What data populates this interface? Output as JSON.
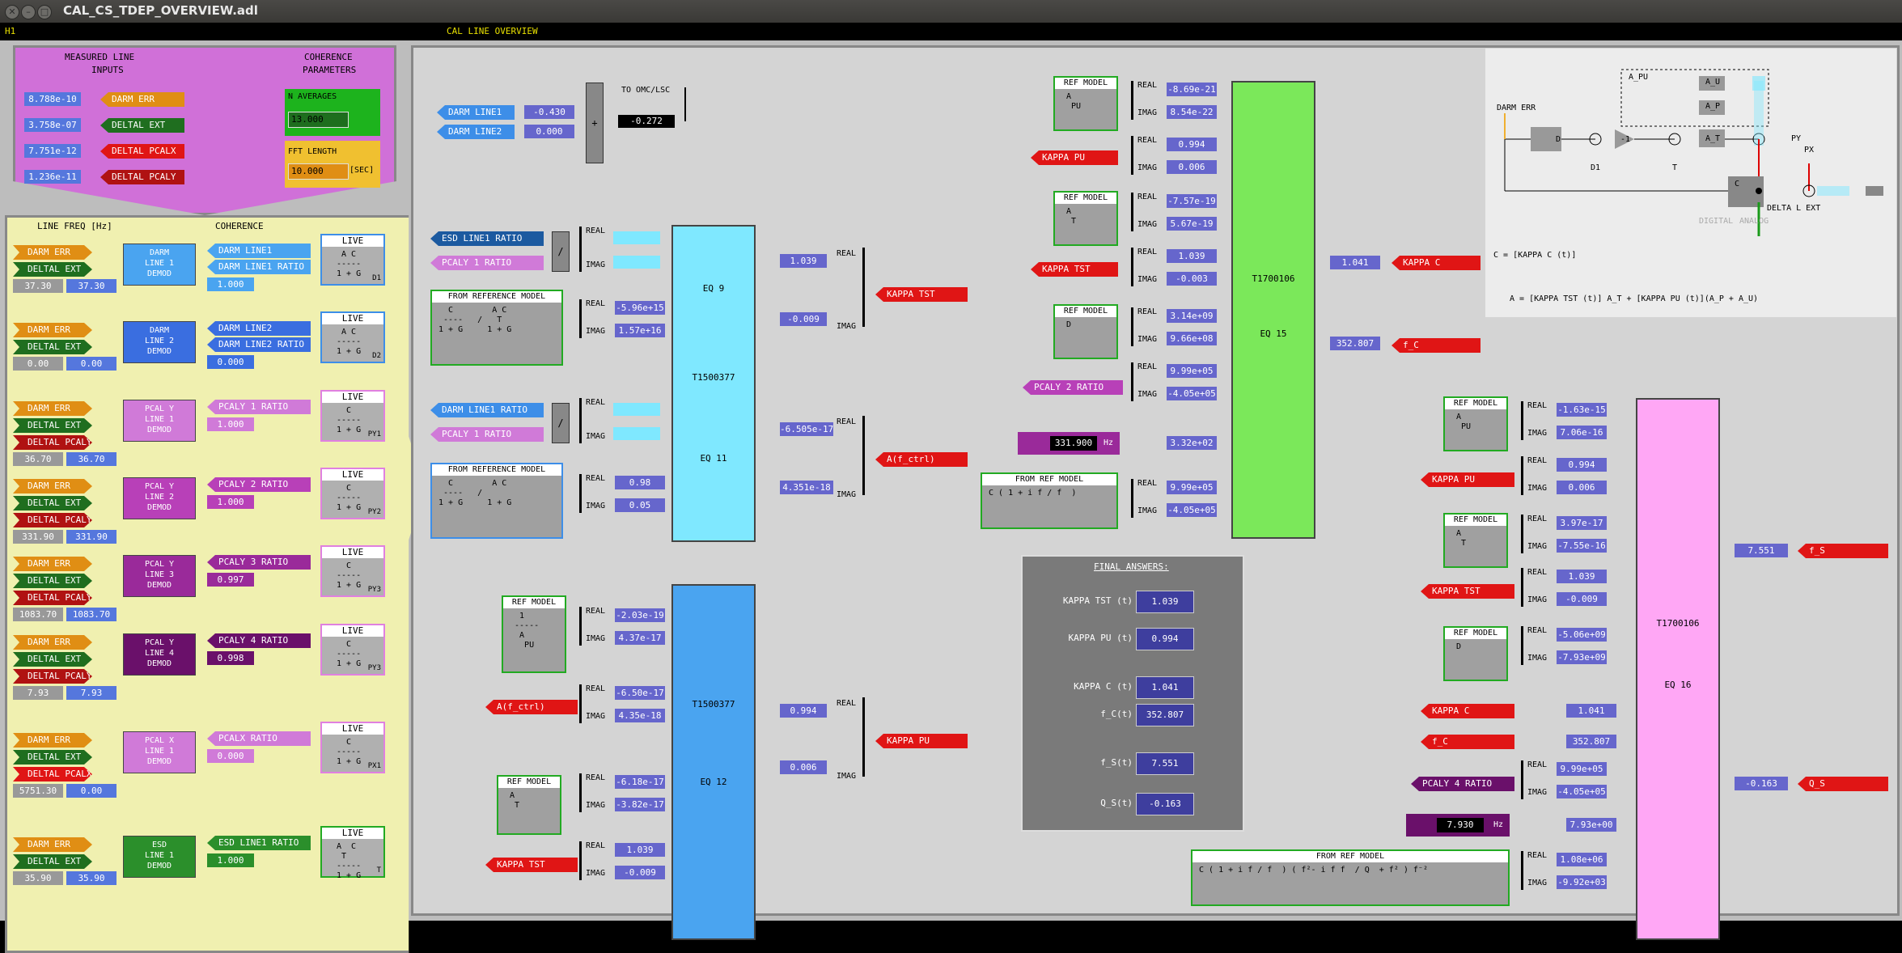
{
  "window": {
    "title": "CAL_CS_TDEP_OVERVIEW.adl"
  },
  "menu": {
    "item": "H1",
    "center": "CAL LINE OVERVIEW"
  },
  "measured": {
    "title1": "MEASURED LINE",
    "title2": "INPUTS",
    "coh1": "COHERENCE",
    "coh2": "PARAMETERS",
    "rows": [
      {
        "v": "8.788e-10",
        "t": "DARM ERR"
      },
      {
        "v": "3.758e-07",
        "t": "DELTAL EXT"
      },
      {
        "v": "7.751e-12",
        "t": "DELTAL PCALX"
      },
      {
        "v": "1.236e-11",
        "t": "DELTAL PCALY"
      }
    ],
    "navg_label": "N AVERAGES",
    "navg": "13.000",
    "fft_label": "FFT LENGTH",
    "fft": "10.000",
    "fft_unit": "[SEC]"
  },
  "left": {
    "hdr_freq": "LINE FREQ [Hz]",
    "hdr_coh": "COHERENCE"
  },
  "demods": [
    {
      "name": "DARM LINE 1 DEMOD",
      "in": [
        "DARM ERR",
        "DELTAL EXT"
      ],
      "f1": "37.30",
      "f2": "37.30",
      "outs": [
        "DARM LINE1",
        "DARM LINE1 RATIO"
      ],
      "coh": "1.000",
      "live": "LIVE",
      "lf": " A C\n-----\n1 + G",
      "sub": "D1"
    },
    {
      "name": "DARM LINE 2 DEMOD",
      "in": [
        "DARM ERR",
        "DELTAL EXT"
      ],
      "f1": "0.00",
      "f2": "0.00",
      "outs": [
        "DARM LINE2",
        "DARM LINE2 RATIO"
      ],
      "coh": "0.000",
      "live": "LIVE",
      "lf": " A C\n-----\n1 + G",
      "sub": "D2"
    },
    {
      "name": "PCAL Y LINE 1 DEMOD",
      "in": [
        "DARM ERR",
        "DELTAL EXT",
        "DELTAL PCALY"
      ],
      "f1": "36.70",
      "f2": "36.70",
      "outs": [
        "PCALY 1 RATIO"
      ],
      "coh": "1.000",
      "live": "LIVE",
      "lf": "  C\n-----\n1 + G",
      "sub": "PY1"
    },
    {
      "name": "PCAL Y LINE 2 DEMOD",
      "in": [
        "DARM ERR",
        "DELTAL EXT",
        "DELTAL PCALY"
      ],
      "f1": "331.90",
      "f2": "331.90",
      "outs": [
        "PCALY 2 RATIO"
      ],
      "coh": "1.000",
      "live": "LIVE",
      "lf": "  C\n-----\n1 + G",
      "sub": "PY2"
    },
    {
      "name": "PCAL Y LINE 3 DEMOD",
      "in": [
        "DARM ERR",
        "DELTAL EXT",
        "DELTAL PCALY"
      ],
      "f1": "1083.70",
      "f2": "1083.70",
      "outs": [
        "PCALY 3 RATIO"
      ],
      "coh": "0.997",
      "live": "LIVE",
      "lf": "  C\n-----\n1 + G",
      "sub": "PY3"
    },
    {
      "name": "PCAL Y LINE 4 DEMOD",
      "in": [
        "DARM ERR",
        "DELTAL EXT",
        "DELTAL PCALY"
      ],
      "f1": "7.93",
      "f2": "7.93",
      "outs": [
        "PCALY 4 RATIO"
      ],
      "coh": "0.998",
      "live": "LIVE",
      "lf": "  C\n-----\n1 + G",
      "sub": "PY3"
    },
    {
      "name": "PCAL X LINE 1 DEMOD",
      "in": [
        "DARM ERR",
        "DELTAL EXT",
        "DELTAL PCALX"
      ],
      "f1": "5751.30",
      "f2": "0.00",
      "outs": [
        "PCALX RATIO"
      ],
      "coh": "0.000",
      "live": "LIVE",
      "lf": "  C\n-----\n1 + G",
      "sub": "PX1"
    },
    {
      "name": "ESD LINE 1 DEMOD",
      "in": [
        "DARM ERR",
        "DELTAL EXT"
      ],
      "f1": "35.90",
      "f2": "35.90",
      "outs": [
        "ESD LINE1 RATIO"
      ],
      "coh": "1.000",
      "live": "LIVE",
      "lf": "A  C\n T\n-----\n1 + G",
      "sub": "T"
    }
  ],
  "sum": {
    "in1": "DARM LINE1",
    "in2": "DARM LINE2",
    "v1": "-0.430",
    "v2": "0.000",
    "op": "+",
    "to": "TO OMC/LSC",
    "out": "-0.272"
  },
  "eq9": {
    "title": "EQ 9",
    "code": "T1500377",
    "title2": "EQ 11",
    "ratio1a": "ESD LINE1 RATIO",
    "ratio1b": "PCALY 1 RATIO",
    "ratio2a": "DARM LINE1 RATIO",
    "ratio2b": "PCALY 1 RATIO",
    "div": "/",
    "frm": "FROM REFERENCE MODEL",
    "frm_r": "-5.96e+15",
    "frm_i": "1.57e+16",
    "frm2_r": "0.98",
    "frm2_i": "0.05",
    "o1": "1.039",
    "o2": "-0.009",
    "o3": "-6.505e-17",
    "o4": "4.351e-18",
    "kt": "KAPPA TST",
    "af": "A(f_ctrl)"
  },
  "eq12": {
    "code": "T1500377",
    "title": "EQ 12",
    "r1": "-2.03e-19",
    "i1": "4.37e-17",
    "r2": "-6.50e-17",
    "i2": "4.35e-18",
    "r3": "-6.18e-17",
    "i3": "-3.82e-17",
    "r4": "1.039",
    "i4": "-0.009",
    "in2": "A(f_ctrl)",
    "in4": "KAPPA TST",
    "o1": "0.994",
    "o2": "0.006",
    "out": "KAPPA PU"
  },
  "eq15": {
    "code": "T1700106",
    "title": "EQ 15",
    "rows": [
      "-8.69e-21",
      "8.54e-22",
      "0.994",
      "0.006",
      "-7.57e-19",
      "5.67e-19",
      "1.039",
      "-0.003",
      "3.14e+09",
      "9.66e+08",
      "9.99e+05",
      "-4.05e+05",
      "3.32e+02",
      "9.99e+05",
      "-4.05e+05"
    ],
    "kpu": "KAPPA PU",
    "ktst": "KAPPA TST",
    "pcaly2": "PCALY 2 RATIO",
    "fpy2": "331.900",
    "hz": "Hz",
    "frommodel": "FROM REF MODEL",
    "o1": "1.041",
    "o2": "352.807",
    "kc": "KAPPA C",
    "fc": "f_C"
  },
  "eq16": {
    "code": "T1700106",
    "title": "EQ 16",
    "rows": [
      "-1.63e-15",
      "7.06e-16",
      "0.994",
      "0.006",
      "3.97e-17",
      "-7.55e-16",
      "1.039",
      "-0.009",
      "-5.06e+09",
      "-7.93e+09",
      "1.041",
      "352.807",
      "9.99e+05",
      "-4.05e+05",
      "7.93e+00",
      "1.08e+06",
      "-9.92e+03"
    ],
    "kpu": "KAPPA PU",
    "ktst": "KAPPA TST",
    "kc": "KAPPA C",
    "fc": "f_C",
    "pcaly4": "PCALY 4 RATIO",
    "fpy4": "7.930",
    "hz": "Hz",
    "frommodel": "FROM REF MODEL",
    "o1": "7.551",
    "o2": "-0.163",
    "fs": "f_S",
    "qs": "Q_S"
  },
  "answers": {
    "title": "FINAL ANSWERS:",
    "rows": [
      {
        "l": "KAPPA TST (t)",
        "v": "1.039"
      },
      {
        "l": "KAPPA PU (t)",
        "v": "0.994"
      },
      {
        "l": "KAPPA C (t)",
        "v": "1.041"
      },
      {
        "l": "f_C(t)",
        "v": "352.807"
      },
      {
        "l": "f_S(t)",
        "v": "7.551"
      },
      {
        "l": "Q_S(t)",
        "v": "-0.163"
      }
    ]
  },
  "labels": {
    "real": "REAL",
    "imag": "IMAG",
    "refmodel": "REF MODEL",
    "frm": "FROM REFERENCE MODEL"
  },
  "diagram": {
    "darm_err": "DARM ERR",
    "d": "D",
    "d1": "D1",
    "t": "T",
    "minus1": "-1",
    "apu": "A_PU",
    "au": "A_U",
    "ap": "A_P",
    "at": "A_T",
    "c": "C",
    "py": "PY",
    "px": "PX",
    "digital": "DIGITAL",
    "analog": "ANALOG",
    "dle": "DELTA L EXT",
    "eq1": "C  =  [KAPPA C (t)]",
    "eq2": "A  =  [KAPPA TST (t)]  A_T +  [KAPPA PU (t)](A_P + A_U)"
  },
  "colors": {
    "darmerr": "#e08e14",
    "deltalext": "#1f6e1f",
    "pcaly": "#b01212",
    "pcalx": "#e01515",
    "darm": "#3d8ee8",
    "pcalylight": "#d07ad8",
    "pcalydark": "#8a1a8a",
    "esd": "#2b8f2b",
    "value": "#6666cc",
    "cyan": "#7fe8ff",
    "green": "#7be85a",
    "pink": "#ffa7f5",
    "blue": "#4aa4f0"
  }
}
